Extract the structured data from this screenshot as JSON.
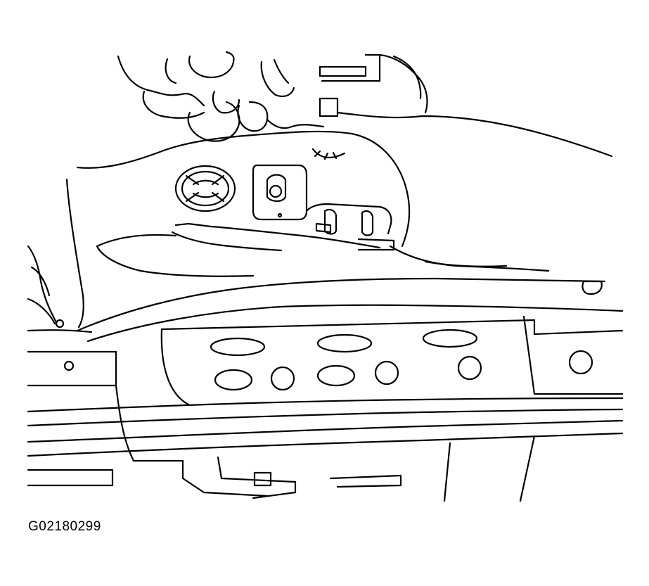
{
  "figure": {
    "caption_code": "G02180299"
  },
  "parts": [
    {
      "name": "seat-back-bolster-trim",
      "label": ""
    },
    {
      "name": "seat-cushion-side-shield",
      "label": ""
    },
    {
      "name": "lumbar-switch-knob",
      "label": ""
    },
    {
      "name": "power-seat-switch-housing",
      "label": ""
    },
    {
      "name": "seat-track-rail",
      "label": ""
    },
    {
      "name": "hand-removing-cover",
      "label": ""
    }
  ]
}
